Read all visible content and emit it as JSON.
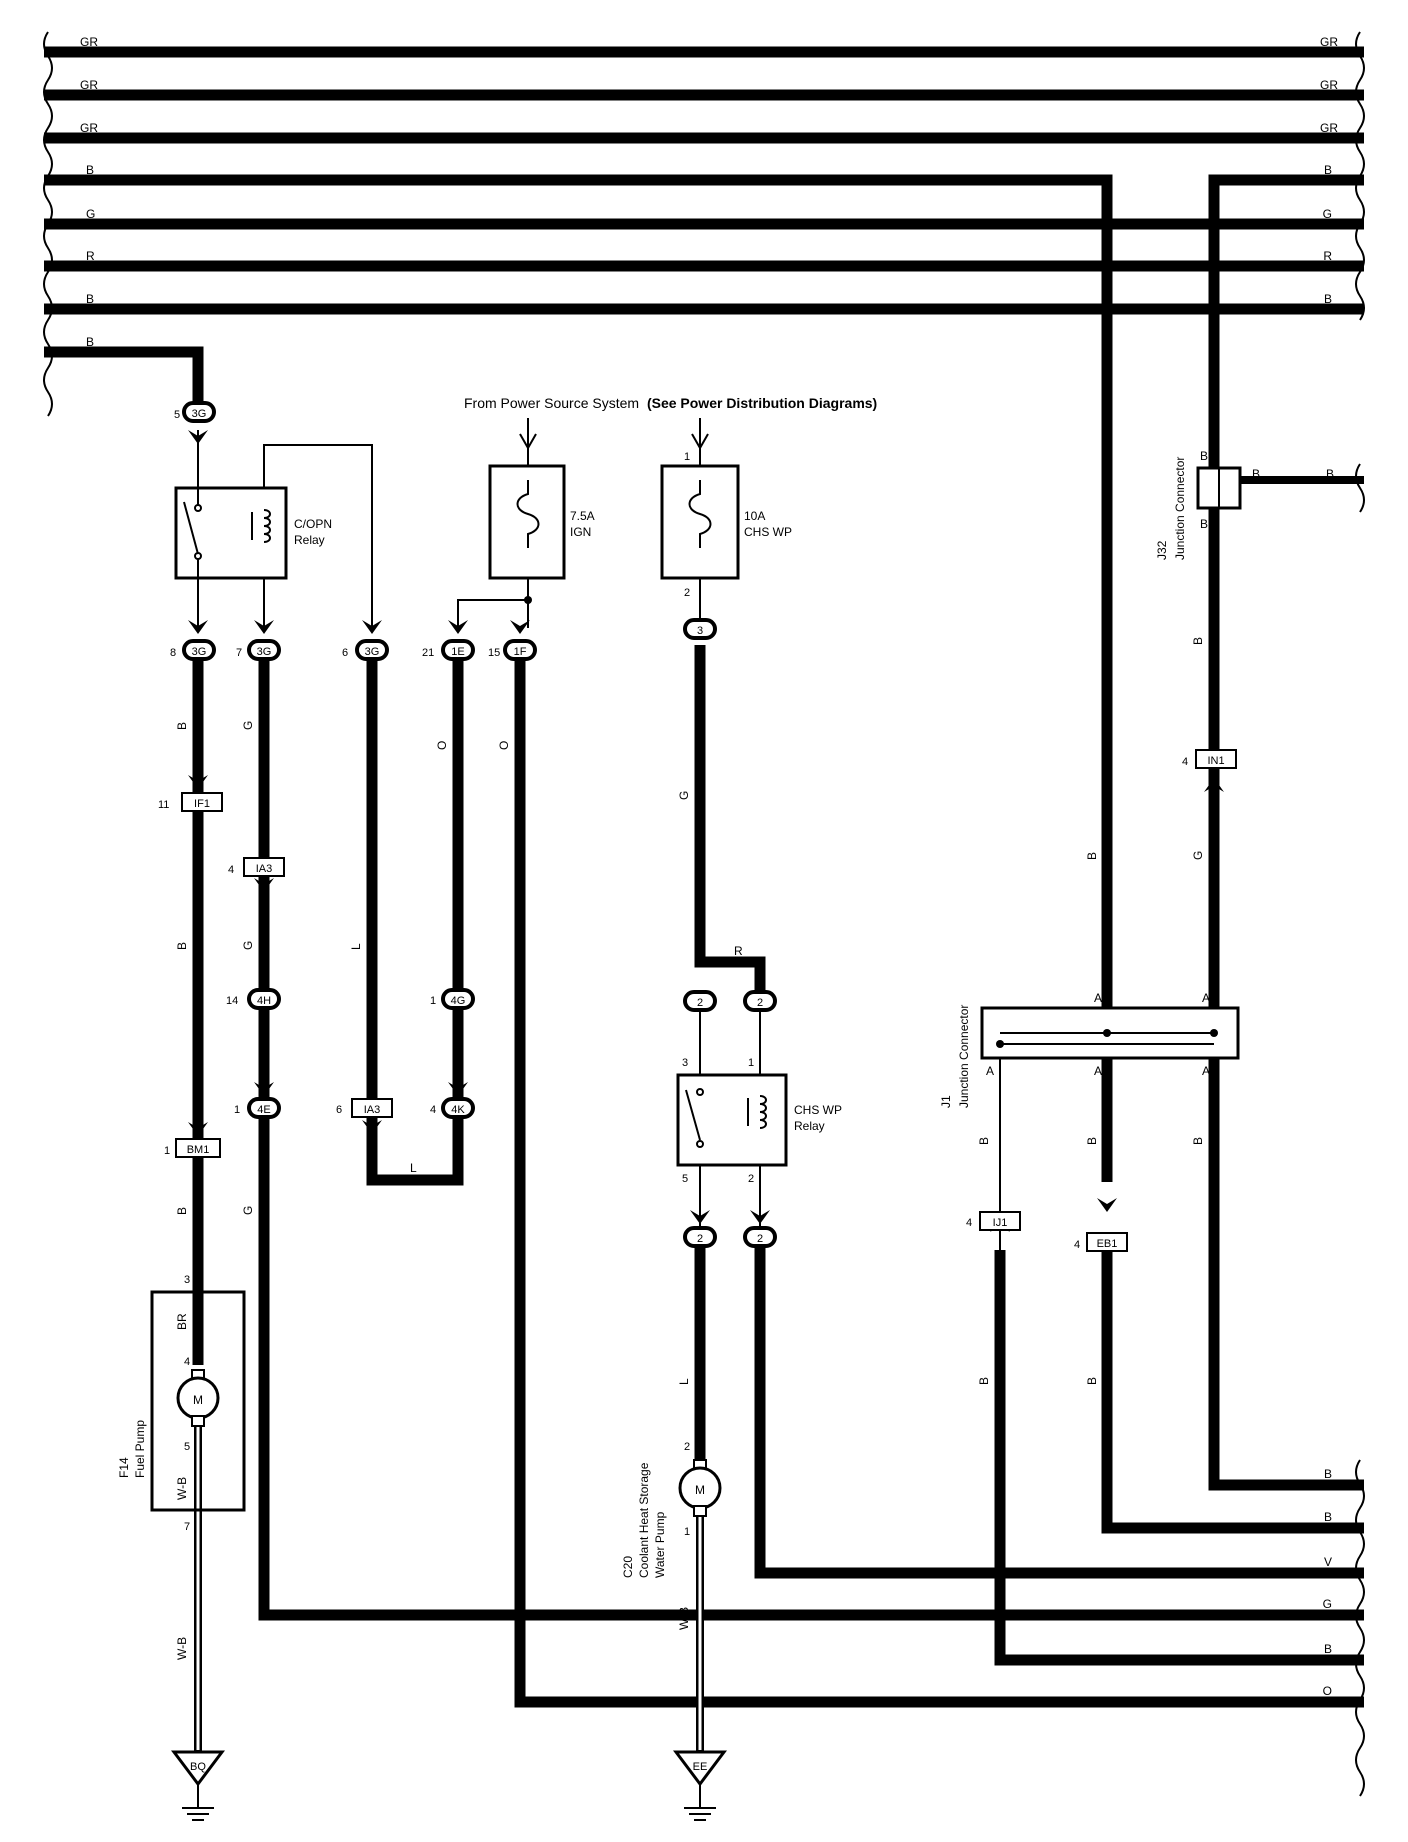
{
  "source_text": "From Power Source System",
  "source_note": "(See Power Distribution Diagrams)",
  "bus_left": [
    {
      "color": "GR"
    },
    {
      "color": "GR"
    },
    {
      "color": "GR"
    },
    {
      "color": "B"
    },
    {
      "color": "G"
    },
    {
      "color": "R"
    },
    {
      "color": "B"
    },
    {
      "color": "B"
    }
  ],
  "bus_right": [
    {
      "color": "GR"
    },
    {
      "color": "GR"
    },
    {
      "color": "GR"
    },
    {
      "color": "B"
    },
    {
      "color": "G"
    },
    {
      "color": "R"
    },
    {
      "color": "B"
    }
  ],
  "bottom_right": [
    {
      "color": "B"
    },
    {
      "color": "B"
    },
    {
      "color": "V"
    },
    {
      "color": "G"
    },
    {
      "color": "B"
    },
    {
      "color": "O"
    }
  ],
  "connectors": {
    "c3g_top": {
      "id": "3G",
      "pin": "5"
    },
    "c3g_a": {
      "id": "3G",
      "pin": "8"
    },
    "c3g_b": {
      "id": "3G",
      "pin": "7"
    },
    "c3g_c": {
      "id": "3G",
      "pin": "6"
    },
    "c1e": {
      "id": "1E",
      "pin": "21"
    },
    "c1f": {
      "id": "1F",
      "pin": "15"
    },
    "c3": {
      "id": "3"
    },
    "if1": {
      "id": "IF1",
      "pin": "11"
    },
    "ia3_a": {
      "id": "IA3",
      "pin": "4"
    },
    "c4h": {
      "id": "4H",
      "pin": "14"
    },
    "c4e": {
      "id": "4E",
      "pin": "1"
    },
    "bm1": {
      "id": "BM1",
      "pin": "1"
    },
    "c4g": {
      "id": "4G",
      "pin": "1"
    },
    "ia3_b": {
      "id": "IA3",
      "pin": "6"
    },
    "c4k": {
      "id": "4K",
      "pin": "4"
    },
    "in1": {
      "id": "IN1",
      "pin": "4"
    },
    "ij1": {
      "id": "IJ1",
      "pin": "4"
    },
    "eb1": {
      "id": "EB1",
      "pin": "4"
    },
    "c2_a": {
      "id": "2"
    },
    "c2_b": {
      "id": "2"
    },
    "c2_c": {
      "id": "2"
    },
    "c2_d": {
      "id": "2"
    }
  },
  "relay_copn": {
    "name": "C/OPN",
    "sub": "Relay"
  },
  "fuse_ign": {
    "rating": "7.5A",
    "name": "IGN"
  },
  "fuse_chs": {
    "rating": "10A",
    "name": "CHS WP",
    "pin_in": "1",
    "pin_out": "2"
  },
  "relay_chs": {
    "name": "CHS WP",
    "sub": "Relay",
    "p3": "3",
    "p1": "1",
    "p5": "5",
    "p2": "2"
  },
  "j32": {
    "id": "J32",
    "name": "Junction Connector",
    "pin": "B"
  },
  "j1": {
    "id": "J1",
    "name": "Junction Connector",
    "pin_a": "A"
  },
  "fuel_pump": {
    "id": "F14",
    "name": "Fuel Pump",
    "p3": "3",
    "p4": "4",
    "p5": "5",
    "p7": "7",
    "symbol": "M"
  },
  "water_pump": {
    "id": "C20",
    "name": "Coolant Heat Storage",
    "name2": "Water Pump",
    "p2": "2",
    "p1": "1",
    "symbol": "M"
  },
  "grounds": {
    "left": "BQ",
    "center": "EE"
  },
  "wires": {
    "B": "B",
    "G": "G",
    "L": "L",
    "O": "O",
    "R": "R",
    "BR": "BR",
    "WB": "W-B"
  }
}
